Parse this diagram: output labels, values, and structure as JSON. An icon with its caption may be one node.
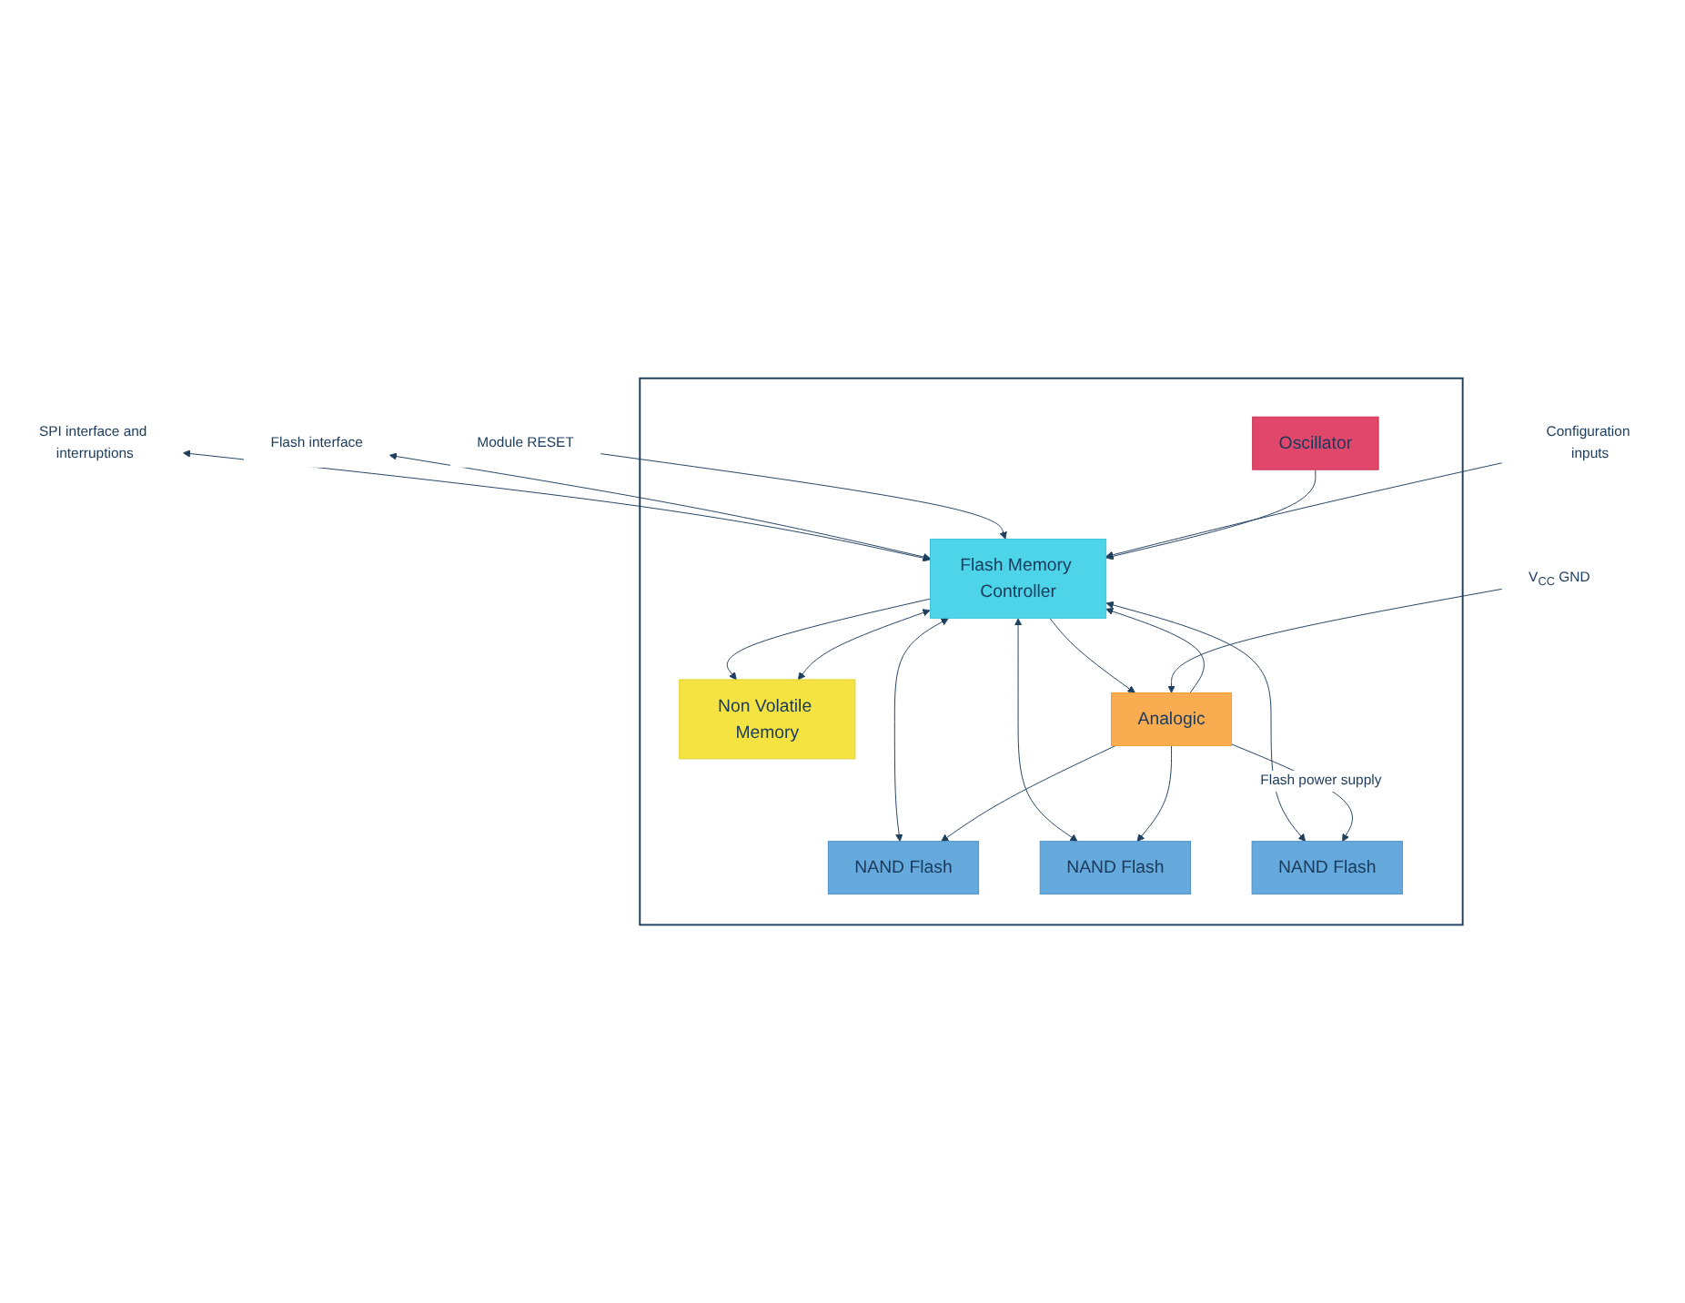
{
  "diagram": {
    "nodes": [
      {
        "text": [],
        "shape": "box"
      },
      {
        "text": [
          "SPI interface and interruptions"
        ]
      },
      {
        "text": [
          "Flash interface"
        ]
      },
      {
        "text": [
          "Module RESET"
        ]
      },
      {
        "text": [
          "Configuration inputs"
        ]
      },
      {
        "text": [
          "Flash Memory Controller"
        ],
        "in": 0
      },
      {
        "text": [
          "Oscillator"
        ],
        "in": 0
      },
      {
        "text": [
          "Non Volatile Memory"
        ],
        "in": 0
      },
      {
        "text": [
          "Analogic"
        ],
        "in": 0
      },
      {
        "text": [
          "V$_{CC}$ GND"
        ]
      },
      {
        "text": [
          "NAND Flash"
        ],
        "in": 0
      },
      {
        "text": [
          "NAND Flash"
        ],
        "in": 0
      },
      {
        "text": [
          "NAND Flash"
        ],
        "in": 0
      }
    ],
    "edges": [
      {
        "from": 1,
        "to": 5,
        "arrow": "both"
      },
      {
        "from": 2,
        "to": 5,
        "arrow": "both"
      },
      {
        "from": 3,
        "to": 5,
        "arrow": "to"
      },
      {
        "from": 4,
        "to": 5,
        "arrow": "to"
      },
      {
        "from": 6,
        "to": 5,
        "arrow": "to"
      },
      {
        "from": 5,
        "to": 7,
        "arrow": "to"
      },
      {
        "from": 5,
        "to": 7,
        "arrow": "both"
      },
      {
        "from": 8,
        "to": 5,
        "arrow": "to"
      },
      {
        "from": 5,
        "to": 8,
        "arrow": "to"
      },
      {
        "from": 9,
        "to": 8,
        "arrow": "to"
      },
      {
        "from": 5,
        "to": 10,
        "arrow": "both"
      },
      {
        "from": 5,
        "to": 11,
        "arrow": "both"
      },
      {
        "from": 5,
        "to": 12,
        "arrow": "both"
      },
      {
        "from": 8,
        "to": 10,
        "arrow": "to"
      },
      {
        "from": 8,
        "to": 11,
        "arrow": "to"
      },
      {
        "from": 8,
        "to": 12,
        "arrow": "to",
        "label": "Flash power supply"
      }
    ]
  }
}
